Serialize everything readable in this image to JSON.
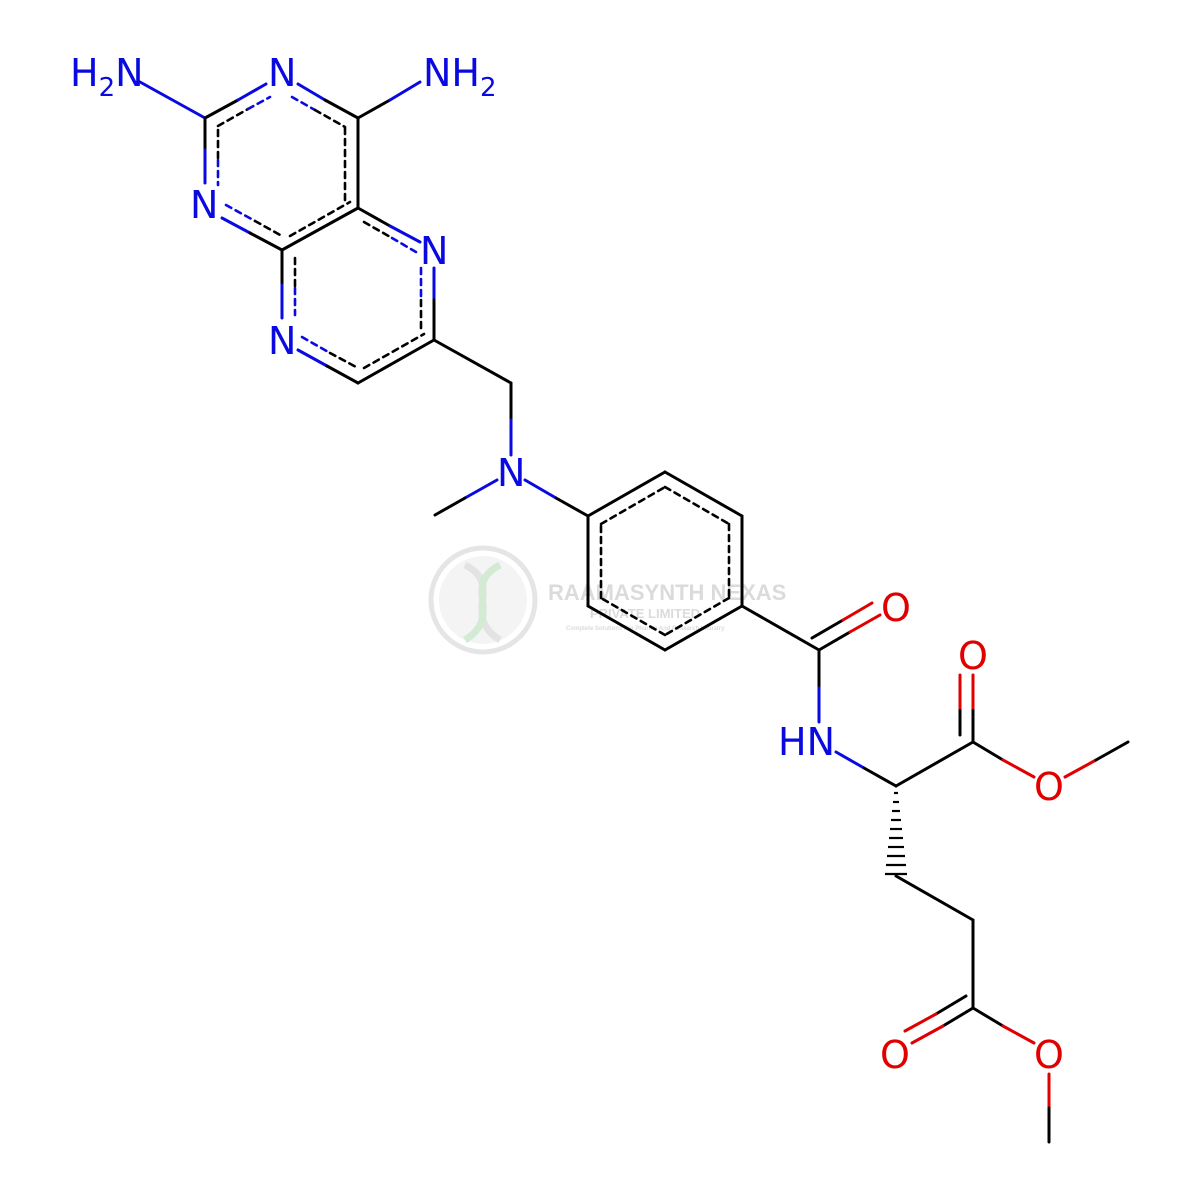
{
  "molecule": {
    "atoms": [
      {
        "id": "nh2_left",
        "label": "H2N",
        "element": "N"
      },
      {
        "id": "n1",
        "label": "N",
        "element": "N"
      },
      {
        "id": "nh2_right",
        "label": "NH2",
        "element": "N"
      },
      {
        "id": "n3",
        "label": "N",
        "element": "N"
      },
      {
        "id": "n5",
        "label": "N",
        "element": "N"
      },
      {
        "id": "n8",
        "label": "N",
        "element": "N"
      },
      {
        "id": "n_methyl",
        "label": "N",
        "element": "N"
      },
      {
        "id": "o_amide",
        "label": "O",
        "element": "O"
      },
      {
        "id": "nh_amide",
        "label": "HN",
        "element": "N"
      },
      {
        "id": "o_ester1_carbonyl",
        "label": "O",
        "element": "O"
      },
      {
        "id": "o_ester1",
        "label": "O",
        "element": "O"
      },
      {
        "id": "o_ester2_carbonyl",
        "label": "O",
        "element": "O"
      },
      {
        "id": "o_ester2",
        "label": "O",
        "element": "O"
      }
    ]
  },
  "watermark": {
    "line1": "RAAMASYNTH NEXAS",
    "line2": "PRIVATE LIMITED",
    "tagline": "Complete Solutions For Pharma And Research Industry"
  },
  "colors": {
    "nitrogen": "#0a0ae0",
    "oxygen": "#e00000",
    "carbon": "#000000",
    "watermark": "#d8d8d8"
  }
}
